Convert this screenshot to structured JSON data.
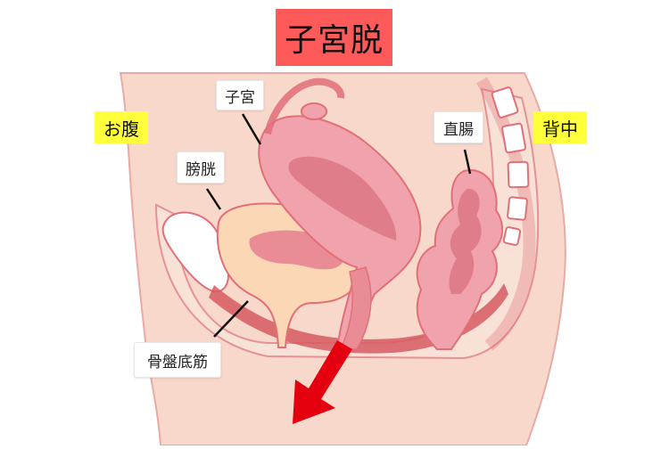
{
  "title": "子宮脱",
  "sides": {
    "front": "お腹",
    "back": "背中"
  },
  "labels": {
    "uterus": "子宮",
    "bladder": "膀胱",
    "rectum": "直腸",
    "pelvic_floor": "骨盤底筋"
  },
  "colors": {
    "title_bg": "#ff5a5a",
    "side_label_bg": "#ffff3c",
    "skin": "#f8d8ca",
    "outline": "#e26f78",
    "organ": "#f0a3ad",
    "organ_dark": "#e07d8a",
    "bladder": "#fbd7b5",
    "muscle": "#d65a62",
    "arrow": "#e4000f"
  }
}
